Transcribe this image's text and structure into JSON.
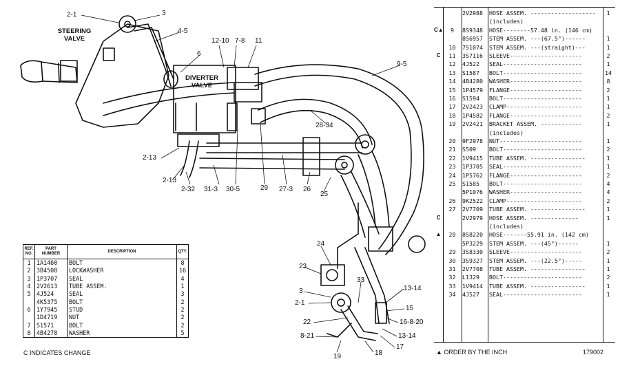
{
  "illustration": {
    "labels": {
      "steering_valve": "STEERING\nVALVE",
      "diverter_valve": "DIVERTER\nVALVE"
    },
    "callouts": [
      "2-1",
      "3",
      "4-5",
      "6",
      "12-10",
      "7-8",
      "11",
      "9-5",
      "28-34",
      "29",
      "30-5",
      "31-3",
      "2-32",
      "2-13",
      "2-13",
      "27-3",
      "26",
      "25",
      "24",
      "23",
      "3",
      "2-1",
      "22",
      "33",
      "13-14",
      "15",
      "16-8-20",
      "13-14",
      "17",
      "18",
      "19",
      "8-21"
    ]
  },
  "left_table": {
    "headers": {
      "ref": "REF.\nNO.",
      "part": "PART\nNUMBER",
      "desc": "DESCRIPTION",
      "qty": "QTY."
    },
    "rows": [
      {
        "ref": "1",
        "part": "1A1460",
        "desc": "BOLT",
        "qty": "8"
      },
      {
        "ref": "2",
        "part": "3B4508",
        "desc": "LOCKWASHER",
        "qty": "16"
      },
      {
        "ref": "3",
        "part": "1P3707",
        "desc": "SEAL",
        "qty": "4"
      },
      {
        "ref": "4",
        "part": "2V2613",
        "desc": "TUBE ASSEM.",
        "qty": "1"
      },
      {
        "ref": "5",
        "part": "4J524",
        "desc": "SEAL",
        "qty": "3"
      },
      {
        "ref": "",
        "part": "4K5375",
        "desc": "BOLT",
        "qty": "2"
      },
      {
        "ref": "6",
        "part": "1Y7945",
        "desc": "STUD",
        "qty": "2"
      },
      {
        "ref": "",
        "part": "1D4719",
        "desc": "NUT",
        "qty": "2"
      },
      {
        "ref": "7",
        "part": "S1571",
        "desc": "BOLT",
        "qty": "2"
      },
      {
        "ref": "8",
        "part": "4B4278",
        "desc": "WASHER",
        "qty": "5"
      }
    ],
    "note": "C INDICATES CHANGE"
  },
  "right_list": {
    "rows": [
      {
        "change": "",
        "ref": "",
        "part": "2V2988",
        "desc": "HOSE ASSEM. -------------------",
        "qty": "1"
      },
      {
        "change": "",
        "ref": "",
        "part": "",
        "desc": "(includes)",
        "qty": ""
      },
      {
        "change": "C▲",
        "ref": "9",
        "part": "8S9348",
        "desc": "HOSE--------57.48 in. (146 cm)",
        "qty": ""
      },
      {
        "change": "",
        "ref": "",
        "part": "8S6957",
        "desc": "STEM ASSEM. ---(67.5°)------",
        "qty": "1"
      },
      {
        "change": "",
        "ref": "10",
        "part": "7S1074",
        "desc": "STEM ASSEM. ---(straight)---",
        "qty": "1"
      },
      {
        "change": "C",
        "ref": "11",
        "part": "3S7116",
        "desc": "SLEEVE---------------------",
        "qty": "2"
      },
      {
        "change": "",
        "ref": "12",
        "part": "4J522",
        "desc": "SEAL-----------------------",
        "qty": "1"
      },
      {
        "change": "",
        "ref": "13",
        "part": "S1587",
        "desc": "BOLT-----------------------",
        "qty": "14"
      },
      {
        "change": "",
        "ref": "14",
        "part": "4B4280",
        "desc": "WASHER---------------------",
        "qty": "8"
      },
      {
        "change": "",
        "ref": "15",
        "part": "1P4579",
        "desc": "FLANGE---------------------",
        "qty": "2"
      },
      {
        "change": "",
        "ref": "16",
        "part": "S1594",
        "desc": "BOLT-----------------------",
        "qty": "1"
      },
      {
        "change": "",
        "ref": "17",
        "part": "2V2423",
        "desc": "CLAMP----------------------",
        "qty": "1"
      },
      {
        "change": "",
        "ref": "18",
        "part": "1P4582",
        "desc": "FLANGE---------------------",
        "qty": "2"
      },
      {
        "change": "",
        "ref": "19",
        "part": "2V2421",
        "desc": "BRACKET ASSEM. ------------",
        "qty": "1"
      },
      {
        "change": "",
        "ref": "",
        "part": "",
        "desc": "(includes)",
        "qty": ""
      },
      {
        "change": "",
        "ref": "20",
        "part": "9F2978",
        "desc": "NUT------------------------",
        "qty": "1"
      },
      {
        "change": "",
        "ref": "21",
        "part": "S509",
        "desc": "BOLT-----------------------",
        "qty": "2"
      },
      {
        "change": "",
        "ref": "22",
        "part": "1V9415",
        "desc": "TUBE ASSEM. ----------------",
        "qty": "1"
      },
      {
        "change": "",
        "ref": "23",
        "part": "1P3705",
        "desc": "SEAL-----------------------",
        "qty": "1"
      },
      {
        "change": "",
        "ref": "24",
        "part": "1P5762",
        "desc": "FLANGE---------------------",
        "qty": "2"
      },
      {
        "change": "",
        "ref": "25",
        "part": "S1585",
        "desc": "BOLT-----------------------",
        "qty": "4"
      },
      {
        "change": "",
        "ref": "",
        "part": "5P1076",
        "desc": "WASHER---------------------",
        "qty": "4"
      },
      {
        "change": "",
        "ref": "26",
        "part": "9K2522",
        "desc": "CLAMP----------------------",
        "qty": "2"
      },
      {
        "change": "",
        "ref": "27",
        "part": "2V7709",
        "desc": "TUBE ASSEM. ----------------",
        "qty": "1"
      },
      {
        "change": "C",
        "ref": "",
        "part": "2V2979",
        "desc": "HOSE ASSEM. --------------",
        "qty": "1"
      },
      {
        "change": "",
        "ref": "",
        "part": "",
        "desc": "(includes)",
        "qty": ""
      },
      {
        "change": "▲",
        "ref": "28",
        "part": "8S8220",
        "desc": "HOSE-------55.91 in. (142 cm)",
        "qty": ""
      },
      {
        "change": "",
        "ref": "",
        "part": "5P3229",
        "desc": "STEM ASSEM. ---(45°)------",
        "qty": "1"
      },
      {
        "change": "",
        "ref": "29",
        "part": "3S8330",
        "desc": "SLEEVE---------------------",
        "qty": "2"
      },
      {
        "change": "",
        "ref": "30",
        "part": "3S9327",
        "desc": "STEM ASSEM. ---(22.5°)-----",
        "qty": "1"
      },
      {
        "change": "",
        "ref": "31",
        "part": "2V7708",
        "desc": "TUBE ASSEM. ----------------",
        "qty": "1"
      },
      {
        "change": "",
        "ref": "32",
        "part": "L1329",
        "desc": "BOLT-----------------------",
        "qty": "2"
      },
      {
        "change": "",
        "ref": "33",
        "part": "1V9414",
        "desc": "TUBE ASSEM. ----------------",
        "qty": "1"
      },
      {
        "change": "",
        "ref": "34",
        "part": "4J527",
        "desc": "SEAL-----------------------",
        "qty": "1"
      }
    ],
    "note": "▲ ORDER BY THE INCH",
    "drawing_number": "179002"
  }
}
